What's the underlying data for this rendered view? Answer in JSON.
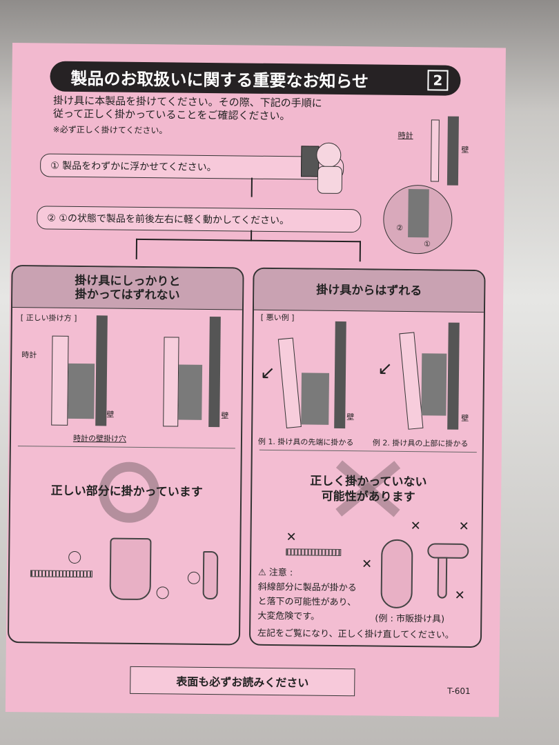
{
  "title": "製品のお取扱いに関する重要なお知らせ",
  "title_number": "2",
  "intro_line1": "掛け具に本製品を掛けてください。その際、下記の手順に",
  "intro_line2": "従って正しく掛かっていることをご確認ください。",
  "note": "※必ず正しく掛けてください。",
  "step1": "① 製品をわずかに浮かせてください。",
  "step2": "② ①の状態で製品を前後左右に軽く動かしてください。",
  "side_diagram": {
    "clock": "時計",
    "wall": "壁",
    "mark1": "①",
    "mark2": "②"
  },
  "left_panel": {
    "heading_line1": "掛け具にしっかりと",
    "heading_line2": "掛かってはずれない",
    "sublabel": "[ 正しい掛け方 ]",
    "clock": "時計",
    "wall1": "壁",
    "wall2": "壁",
    "hole_label": "時計の壁掛け穴",
    "message": "正しい部分に掛かっています"
  },
  "right_panel": {
    "heading": "掛け具からはずれる",
    "sublabel": "[ 悪い例 ]",
    "wall1": "壁",
    "wall2": "壁",
    "example1": "例 1. 掛け具の先端に掛かる",
    "example2": "例 2. 掛け具の上部に掛かる",
    "message_line1": "正しく掛かっていない",
    "message_line2": "可能性があります",
    "caution_title": "⚠ 注意 :",
    "caution_line1": "斜線部分に製品が掛かる",
    "caution_line2": "と落下の可能性があり、",
    "caution_line3": "大変危険です。",
    "commercial": "(例 : 市販掛け具)",
    "footer": "左記をご覧になり、正しく掛け直してください。"
  },
  "bottom_notice": "表面も必ずお読みください",
  "code": "T-601",
  "colors": {
    "paper": "#f2b9cf",
    "title_bar": "#262224"
  }
}
